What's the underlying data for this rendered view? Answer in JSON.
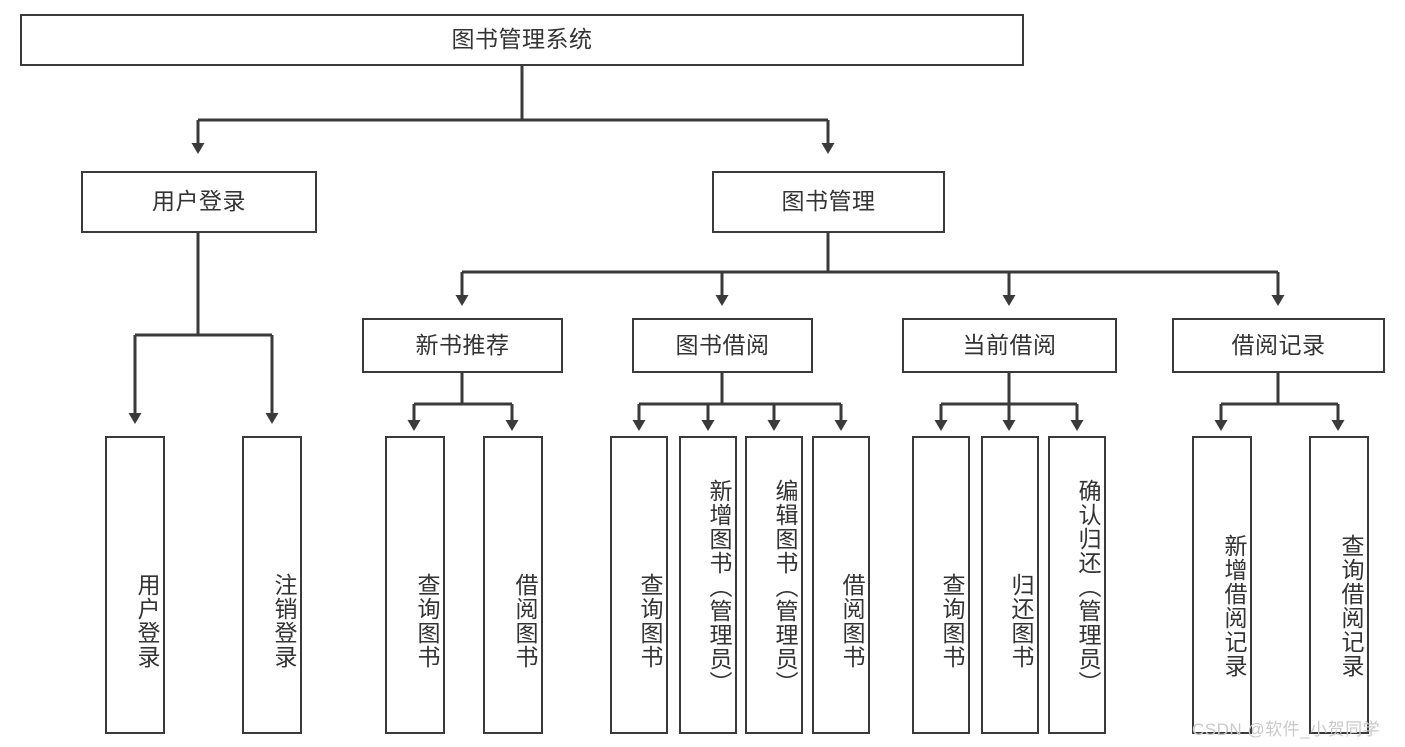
{
  "diagram": {
    "title": "图书管理系统",
    "type": "hierarchy-tree",
    "levels": 4,
    "root": {
      "id": "root",
      "label": "图书管理系统",
      "orientation": "horizontal"
    },
    "level2": [
      {
        "id": "user-login",
        "label": "用户登录",
        "orientation": "horizontal"
      },
      {
        "id": "book-manage",
        "label": "图书管理",
        "orientation": "horizontal"
      }
    ],
    "level3": [
      {
        "id": "new-book-recommend",
        "label": "新书推荐",
        "orientation": "horizontal",
        "parent": "book-manage"
      },
      {
        "id": "book-borrow",
        "label": "图书借阅",
        "orientation": "horizontal",
        "parent": "book-manage"
      },
      {
        "id": "current-borrow",
        "label": "当前借阅",
        "orientation": "horizontal",
        "parent": "book-manage"
      },
      {
        "id": "borrow-record",
        "label": "借阅记录",
        "orientation": "horizontal",
        "parent": "book-manage"
      }
    ],
    "leaves": [
      {
        "id": "leaf-user-login",
        "label": "用户登录",
        "parent": "user-login",
        "orientation": "vertical"
      },
      {
        "id": "leaf-user-logout",
        "label": "注销登录",
        "parent": "user-login",
        "orientation": "vertical"
      },
      {
        "id": "leaf-query-book-1",
        "label": "查询图书",
        "parent": "new-book-recommend",
        "orientation": "vertical"
      },
      {
        "id": "leaf-borrow-book-1",
        "label": "借阅图书",
        "parent": "new-book-recommend",
        "orientation": "vertical"
      },
      {
        "id": "leaf-query-book-2",
        "label": "查询图书",
        "parent": "book-borrow",
        "orientation": "vertical"
      },
      {
        "id": "leaf-add-book",
        "label": "新增图书（管理员）",
        "parent": "book-borrow",
        "orientation": "vertical"
      },
      {
        "id": "leaf-edit-book",
        "label": "编辑图书（管理员）",
        "parent": "book-borrow",
        "orientation": "vertical"
      },
      {
        "id": "leaf-borrow-book-2",
        "label": "借阅图书",
        "parent": "book-borrow",
        "orientation": "vertical"
      },
      {
        "id": "leaf-query-book-3",
        "label": "查询图书",
        "parent": "current-borrow",
        "orientation": "vertical"
      },
      {
        "id": "leaf-return-book",
        "label": "归还图书",
        "parent": "current-borrow",
        "orientation": "vertical"
      },
      {
        "id": "leaf-confirm-return",
        "label": "确认归还（管理员）",
        "parent": "current-borrow",
        "orientation": "vertical"
      },
      {
        "id": "leaf-add-record",
        "label": "新增借阅记录",
        "parent": "borrow-record",
        "orientation": "vertical"
      },
      {
        "id": "leaf-query-record",
        "label": "查询借阅记录",
        "parent": "borrow-record",
        "orientation": "vertical"
      }
    ],
    "colors": {
      "stroke": "#3a3a3a",
      "fill": "#ffffff",
      "text": "#333333",
      "watermark": "#c9c9c9"
    }
  },
  "watermark": {
    "text": "CSDN @软件_小贺同学"
  }
}
